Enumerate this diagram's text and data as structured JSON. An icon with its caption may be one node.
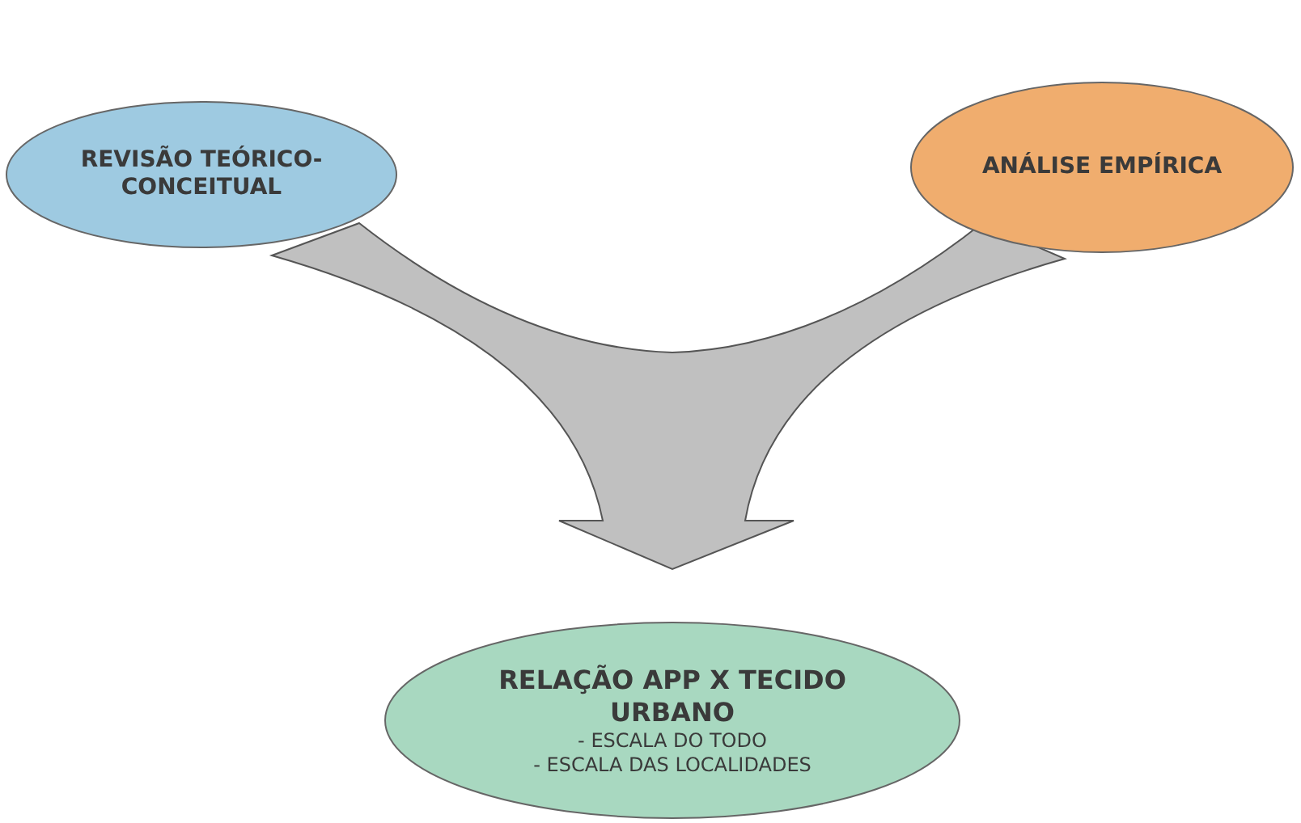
{
  "diagram": {
    "nodes": [
      {
        "text": [
          "REVISÃO TEÓRICO-CONCEITUAL"
        ]
      },
      {
        "text": [
          "ANÁLISE EMPÍRICA"
        ]
      },
      {
        "text": [
          "RELAÇÃO APP X TECIDO URBANO",
          "- ESCALA DO TODO",
          "- ESCALA DAS LOCALIDADES"
        ]
      }
    ],
    "edges": [
      {
        "from": 0,
        "to": 2,
        "arrow": "to"
      },
      {
        "from": 1,
        "to": 2,
        "arrow": "to"
      }
    ]
  }
}
